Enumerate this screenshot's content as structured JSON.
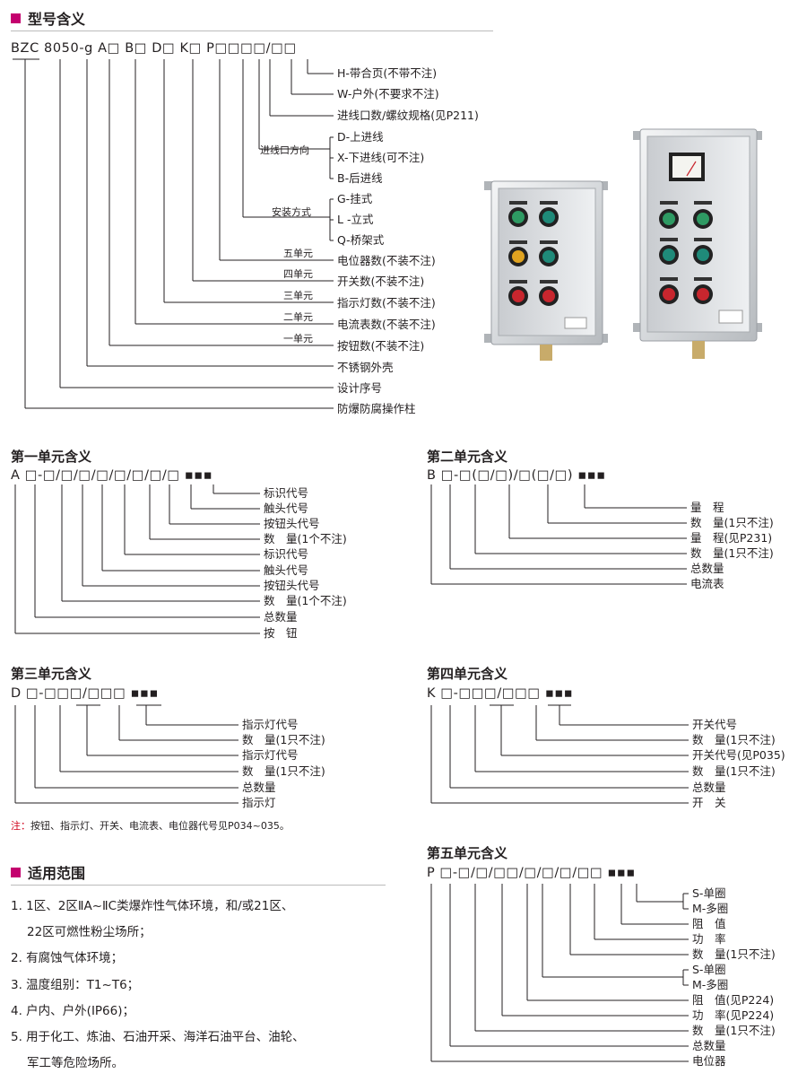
{
  "model_section": {
    "title": "型号含义",
    "code": "BZC 8050-g A□ B□ D□ K□ P□□□□/□□",
    "labels": [
      "H-带合页(不带不注)",
      "W-户外(不要求不注)",
      "进线口数/螺纹规格(见P211)",
      "D-上进线",
      "X-下进线(可不注)",
      "B-后进线",
      "G-挂式",
      "L -立式",
      "Q-桥架式",
      "电位器数(不装不注)",
      "开关数(不装不注)",
      "指示灯数(不装不注)",
      "电流表数(不装不注)",
      "按钮数(不装不注)",
      "不锈钢外壳",
      "设计序号",
      "防爆防腐操作柱"
    ],
    "group_inlet": "进线口方向",
    "group_mount": "安装方式",
    "units": [
      "五单元",
      "四单元",
      "三单元",
      "二单元",
      "一单元"
    ]
  },
  "photo": {
    "icon": "explosion-proof-control-box-photo",
    "panel_left": [
      "",
      "",
      "",
      "",
      "",
      ""
    ],
    "panel_right": [
      "",
      "",
      "",
      "",
      "",
      ""
    ]
  },
  "unit1": {
    "title": "第一单元含义",
    "code": "A □-□/□/□/□/□/□/□/□ ▪▪▪",
    "labels": [
      "标识代号",
      "触头代号",
      "按钮头代号",
      "数　量(1个不注)",
      "标识代号",
      "触头代号",
      "按钮头代号",
      "数　量(1个不注)",
      "总数量",
      "按　钮"
    ]
  },
  "unit2": {
    "title": "第二单元含义",
    "code": "B □-□(□/□)/□(□/□) ▪▪▪",
    "labels": [
      "量　程",
      "数　量(1只不注)",
      "量　程(见P231)",
      "数　量(1只不注)",
      "总数量",
      "电流表"
    ]
  },
  "unit3": {
    "title": "第三单元含义",
    "code": "D □-□□□/□□□ ▪▪▪",
    "labels": [
      "指示灯代号",
      "数　量(1只不注)",
      "指示灯代号",
      "数　量(1只不注)",
      "总数量",
      "指示灯"
    ]
  },
  "unit4": {
    "title": "第四单元含义",
    "code": "K □-□□□/□□□ ▪▪▪",
    "labels": [
      "开关代号",
      "数　量(1只不注)",
      "开关代号(见P035)",
      "数　量(1只不注)",
      "总数量",
      "开　关"
    ]
  },
  "note": {
    "prefix": "注：",
    "text": "按钮、指示灯、开关、电流表、电位器代号见P034~035。"
  },
  "unit5": {
    "title": "第五单元含义",
    "code": "P □-□/□/□□/□/□/□/□□ ▪▪▪",
    "labels": [
      "S-单圈",
      "M-多圈",
      "阻　值",
      "功　率",
      "数　量(1只不注)",
      "S-单圈",
      "M-多圈",
      "阻　值(见P224)",
      "功　率(见P224)",
      "数　量(1只不注)",
      "总数量",
      "电位器"
    ]
  },
  "scope": {
    "title": "适用范围",
    "items": [
      "1. 1区、2区ⅡA~ⅡC类爆炸性气体环境，和/或21区、",
      "22区可燃性粉尘场所；",
      "2. 有腐蚀气体环境；",
      "3. 温度组别：T1~T6；",
      "4. 户内、户外(IP66)；",
      "5. 用于化工、炼油、石油开采、海洋石油平台、油轮、",
      "军工等危险场所。"
    ]
  },
  "colors": {
    "accent": "#c4006e",
    "note_red": "#d0021b",
    "text": "#231f20"
  }
}
